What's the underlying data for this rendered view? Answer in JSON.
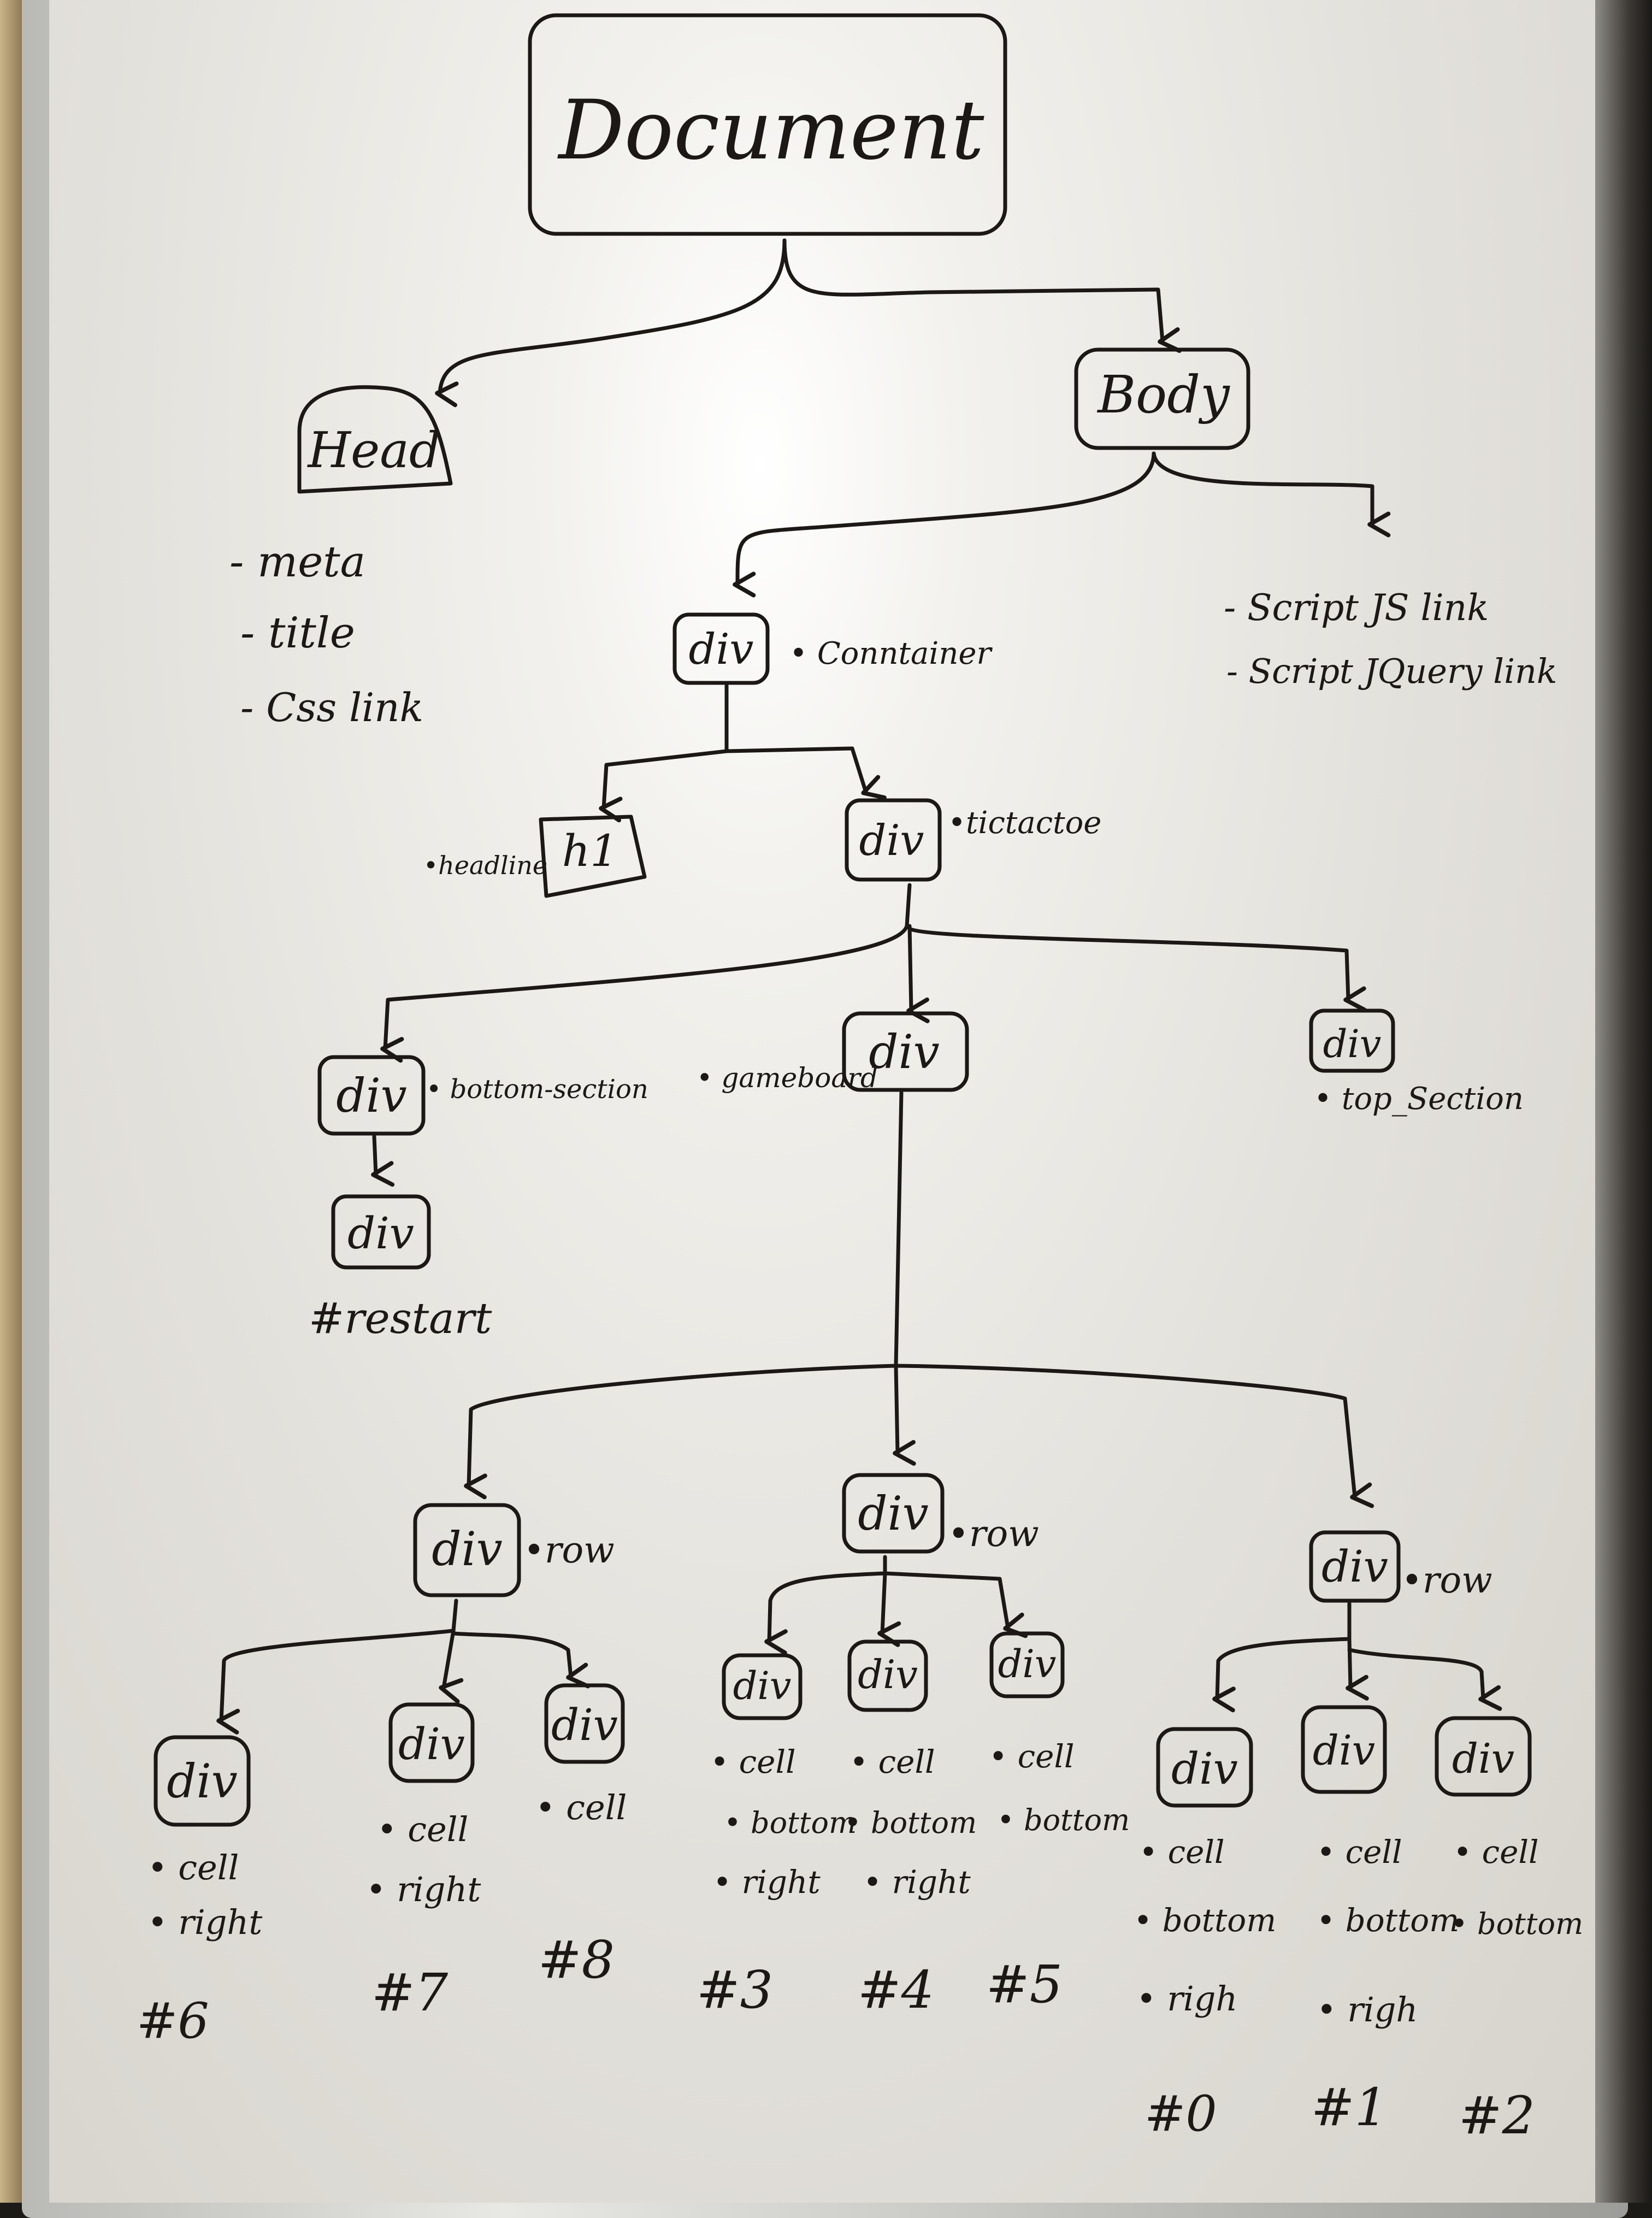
{
  "nodes": {
    "document": "Document",
    "head": "Head",
    "body": "Body",
    "container_div": "div",
    "h1": "h1",
    "tictactoe_div": "div",
    "bottom_section_div": "div",
    "restart_div": "div",
    "gameboard_div": "div",
    "top_section_div": "div",
    "row_left": "div",
    "row_middle": "div",
    "row_right": "div",
    "cell_6": "div",
    "cell_7": "div",
    "cell_8": "div",
    "cell_3": "div",
    "cell_4": "div",
    "cell_5": "div",
    "cell_0": "div",
    "cell_1": "div",
    "cell_2": "div"
  },
  "head_items": [
    "- meta",
    "- title",
    "- Css link"
  ],
  "body_items": [
    "- Script JS link",
    "- Script JQuery link"
  ],
  "annotations": {
    "container": "• Conntainer",
    "headline": "•headline",
    "tictactoe": "•tictactoe",
    "bottom_section": "• bottom-section",
    "restart": "#restart",
    "gameboard": "• gameboard",
    "top_section": "• top_Section",
    "row_left": "•row",
    "row_middle": "•row",
    "row_right": "•row"
  },
  "cells": {
    "c6": {
      "classes": [
        "• cell",
        "• right"
      ],
      "id": "#6"
    },
    "c7": {
      "classes": [
        "• cell",
        "• right"
      ],
      "id": "#7"
    },
    "c8": {
      "classes": [
        "• cell"
      ],
      "id": "#8"
    },
    "c3": {
      "classes": [
        "• cell",
        "• bottom",
        "• right"
      ],
      "id": "#3"
    },
    "c4": {
      "classes": [
        "• cell",
        "• bottom",
        "• right"
      ],
      "id": "#4"
    },
    "c5": {
      "classes": [
        "• cell",
        "• bottom"
      ],
      "id": "#5"
    },
    "c0": {
      "classes": [
        "• cell",
        "• bottom",
        "• righ"
      ],
      "id": "#0"
    },
    "c1": {
      "classes": [
        "• cell",
        "• bottom",
        "• righ"
      ],
      "id": "#1"
    },
    "c2": {
      "classes": [
        "• cell",
        "• bottom"
      ],
      "id": "#2"
    }
  }
}
